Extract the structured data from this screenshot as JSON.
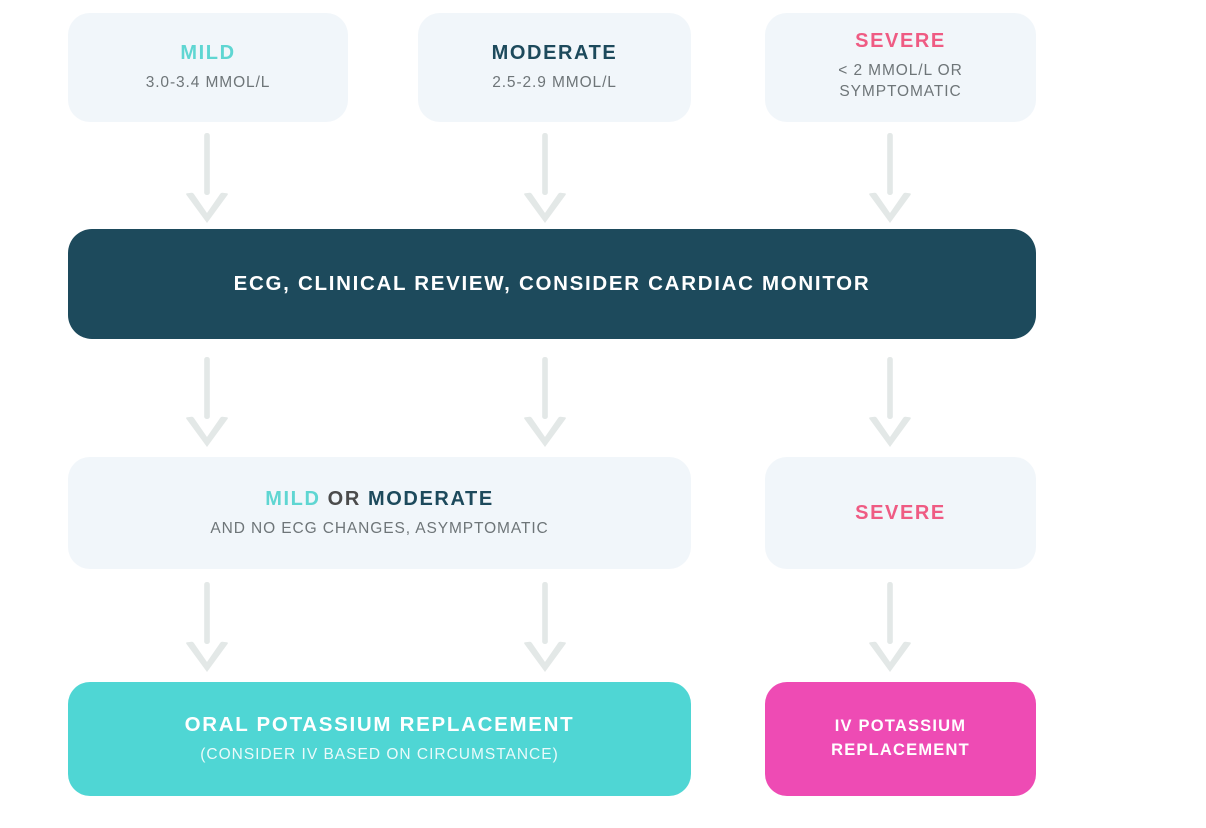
{
  "diagram": {
    "title": "Hypokalaemia management flowchart",
    "colors": {
      "card_light": "#f1f6fa",
      "card_navy": "#1d4a5c",
      "card_teal": "#4fd6d4",
      "card_pink": "#ee4bb4",
      "mild_text": "#5fd6d2",
      "moderate_text": "#1d4a5c",
      "severe_text": "#ef5b83",
      "body_text": "#6e7578",
      "arrow": "#e3e8e7",
      "background": "#ffffff"
    },
    "severity_row": [
      {
        "title": "MILD",
        "subtitle": "3.0-3.4 MMOL/L"
      },
      {
        "title": "MODERATE",
        "subtitle": "2.5-2.9 MMOL/L"
      },
      {
        "title": "SEVERE",
        "subtitle_line1": "< 2 MMOL/L OR",
        "subtitle_line2": "SYMPTOMATIC"
      }
    ],
    "assessment": {
      "title": "ECG, CLINICAL REVIEW, CONSIDER CARDIAC MONITOR"
    },
    "classification_row": {
      "left": {
        "title_part1": "MILD",
        "title_part2": " OR ",
        "title_part3": "MODERATE",
        "subtitle": "AND NO ECG CHANGES, ASYMPTOMATIC"
      },
      "right": {
        "title": "SEVERE"
      }
    },
    "treatment_row": {
      "left": {
        "title": "ORAL POTASSIUM REPLACEMENT",
        "subtitle": "(CONSIDER IV BASED ON CIRCUMSTANCE)"
      },
      "right": {
        "title_line1": "IV POTASSIUM",
        "title_line2": "REPLACEMENT"
      }
    },
    "arrows": {
      "icon": "arrow-down-icon",
      "count": 9
    }
  }
}
